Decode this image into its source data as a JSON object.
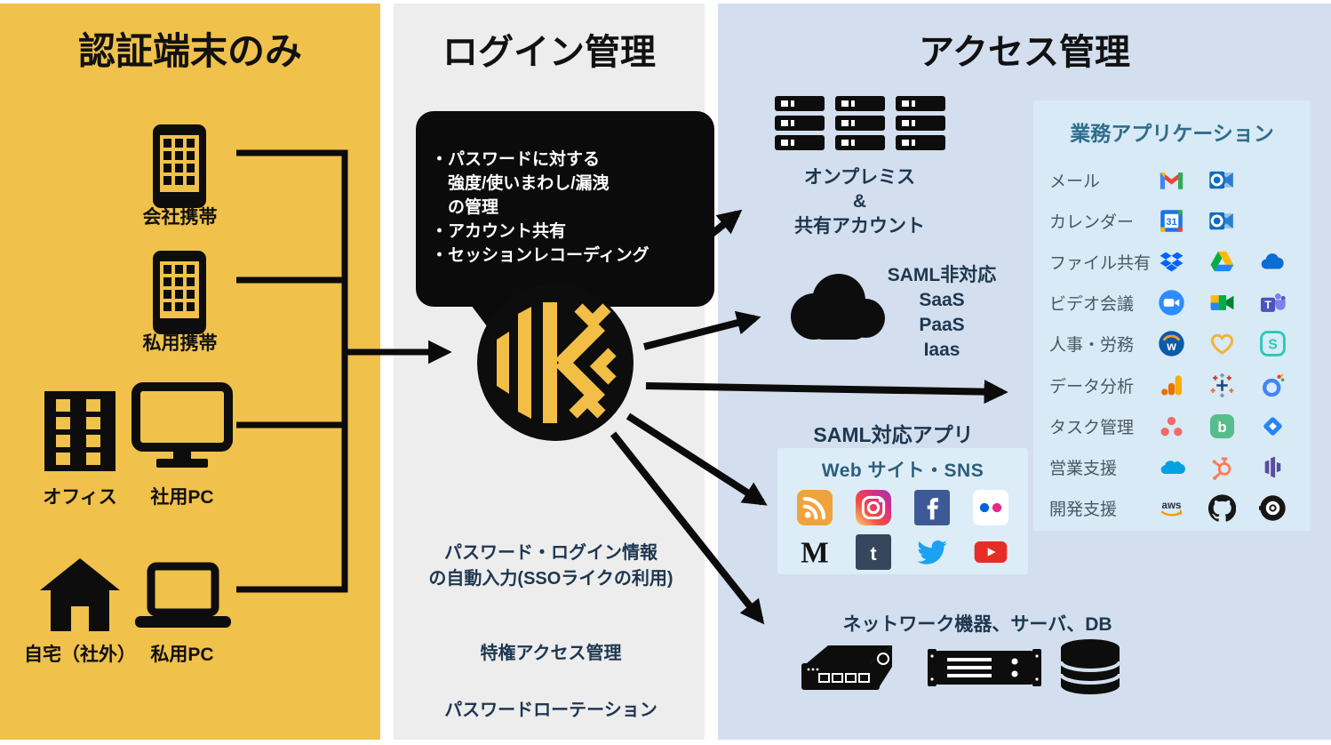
{
  "titles": {
    "left": "認証端末のみ",
    "middle": "ログイン管理",
    "right": "アクセス管理"
  },
  "colors": {
    "left_panel": "#F0C14B",
    "middle_panel": "#EDEDED",
    "right_panel": "#D3DFEE",
    "inner_box_blue": "#DCEDF7",
    "apps_panel_blue": "#D8EAF5",
    "navy_text": "#1E3750",
    "panel_heading_teal": "#2E6D8C",
    "keeper_yellow": "#F2BE45",
    "black": "#0b0b0b"
  },
  "devices": [
    {
      "label": "会社携帯",
      "icon": "smartphone"
    },
    {
      "label": "私用携帯",
      "icon": "smartphone"
    },
    {
      "label": "オフィス",
      "icon": "office-building"
    },
    {
      "label": "社用PC",
      "icon": "desktop-monitor"
    },
    {
      "label": "自宅（社外）",
      "icon": "house"
    },
    {
      "label": "私用PC",
      "icon": "laptop"
    }
  ],
  "bubble": {
    "text": "・パスワードに対する\n　強度/使いまわし/漏洩\n　の管理\n・アカウント共有\n・セッションレコーディング"
  },
  "middle_features": [
    "パスワード・ログイン情報\nの自動入力(SSOライクの利用)",
    "特権アクセス管理",
    "パスワードローテーション"
  ],
  "right": {
    "onprem_label": "オンプレミス\n&\n共有アカウント",
    "saml_ng_label": "SAML非対応\nSaaS\nPaaS\nIaas",
    "saml_ok_heading": "SAML対応アプリ",
    "sns": {
      "heading": "Web サイト・SNS",
      "icons": [
        "rss",
        "instagram",
        "facebook",
        "flickr",
        "medium",
        "tumblr",
        "twitter",
        "youtube"
      ]
    },
    "network_heading": "ネットワーク機器、サーバ、DB",
    "apps": {
      "heading": "業務アプリケーション",
      "rows": [
        {
          "label": "メール",
          "icons": [
            "gmail",
            "outlook"
          ]
        },
        {
          "label": "カレンダー",
          "icons": [
            "google-calendar",
            "outlook"
          ]
        },
        {
          "label": "ファイル共有",
          "icons": [
            "dropbox",
            "google-drive",
            "onedrive"
          ]
        },
        {
          "label": "ビデオ会議",
          "icons": [
            "zoom",
            "google-meet",
            "teams"
          ]
        },
        {
          "label": "人事・労務",
          "icons": [
            "workday",
            "heart",
            "smarthr"
          ]
        },
        {
          "label": "データ分析",
          "icons": [
            "google-analytics",
            "tableau",
            "looker"
          ]
        },
        {
          "label": "タスク管理",
          "icons": [
            "asana",
            "backlog",
            "jira"
          ]
        },
        {
          "label": "営業支援",
          "icons": [
            "salesforce",
            "hubspot",
            "marketo"
          ]
        },
        {
          "label": "開発支援",
          "icons": [
            "aws",
            "github",
            "circleci"
          ]
        }
      ]
    }
  }
}
